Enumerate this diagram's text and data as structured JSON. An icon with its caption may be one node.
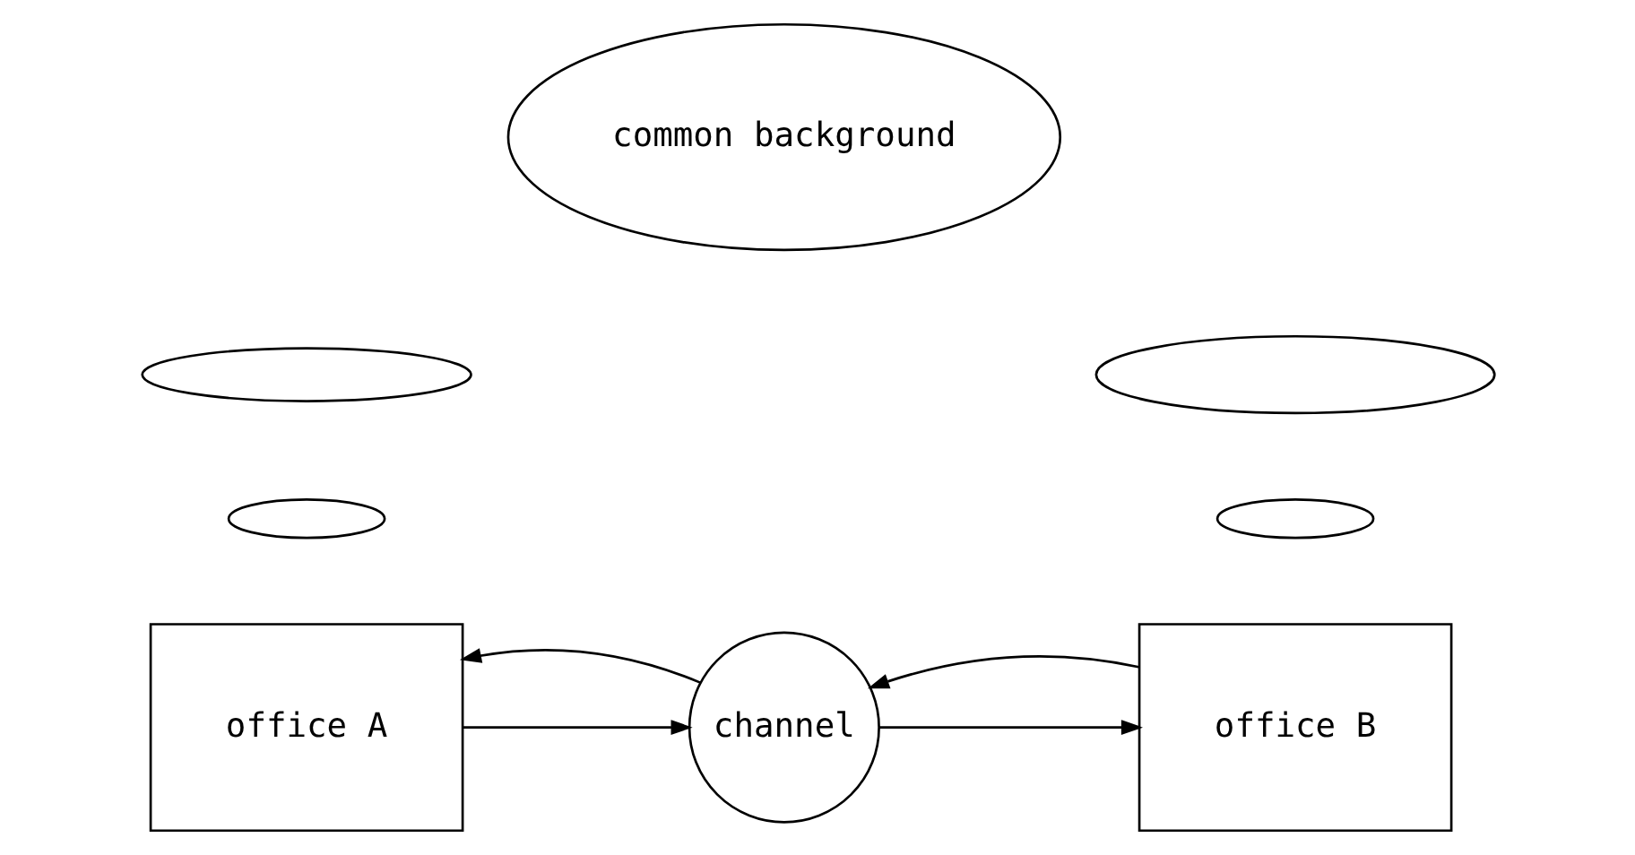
{
  "diagram": {
    "nodes": [
      {
        "text": [
          "common background"
        ]
      },
      {
        "text": [],
        "shape": "cloud"
      },
      {
        "text": [],
        "shape": "cloud"
      },
      {
        "text": [],
        "shape": "cloud"
      },
      {
        "text": [],
        "shape": "cloud"
      },
      {
        "text": [
          "office A"
        ]
      },
      {
        "text": [
          "channel"
        ]
      },
      {
        "text": [
          "office B"
        ]
      }
    ],
    "edges": [
      {
        "from": 5,
        "to": 6,
        "arrow": "to"
      },
      {
        "from": 6,
        "to": 7,
        "arrow": "to"
      },
      {
        "from": 7,
        "to": 6,
        "arrow": "to"
      },
      {
        "from": 6,
        "to": 5,
        "arrow": "to"
      }
    ]
  }
}
